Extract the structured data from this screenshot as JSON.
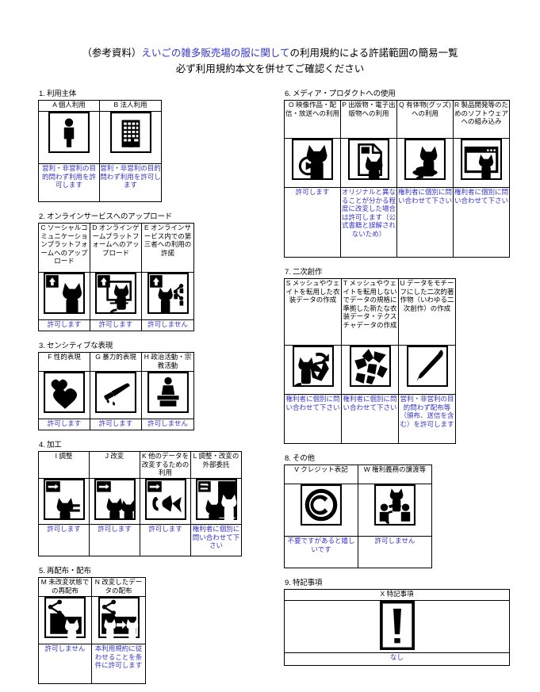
{
  "title": {
    "prefix": "（参考資料）",
    "accent": "えいごの雑多販売場の服に関して",
    "suffix": "の利用規約による許諾範囲の簡易一覧",
    "line2": "必ず利用規約本文を併せてご確認ください"
  },
  "colors": {
    "note_text": "#3333cc",
    "title_accent": "#3333cc",
    "border": "#000000",
    "background": "#ffffff"
  },
  "sections": [
    {
      "id": "s1",
      "column": "left",
      "title": "1. 利用主体",
      "items": [
        {
          "label": "A 個人利用",
          "icon": "person-icon",
          "note": "営利・非営利の目的問わず利用を許可します"
        },
        {
          "label": "B 法人利用",
          "icon": "building-icon",
          "note": "営利・非営利の目的問わず利用を許可します"
        }
      ]
    },
    {
      "id": "s2",
      "column": "left",
      "title": "2. オンラインサービスへのアップロード",
      "items": [
        {
          "label": "C ソーシャルコミュニケーションプラットフォームへのアップロード",
          "icon": "upload-cat-icon",
          "note": "許可します"
        },
        {
          "label": "D オンラインゲームプラットフォームへのアップロード",
          "icon": "upload-cat-monitor-icon",
          "note": "許可します"
        },
        {
          "label": "E オンラインサービス内での第三者への利用の許諾",
          "icon": "upload-cat-share-icon",
          "note": "許可しません"
        }
      ]
    },
    {
      "id": "s3",
      "column": "left",
      "title": "3. センシティブな表現",
      "items": [
        {
          "label": "F 性的表現",
          "icon": "hearts-icon",
          "note": "許可します"
        },
        {
          "label": "G 暴力的表現",
          "icon": "knife-icon",
          "note": "許可します"
        },
        {
          "label": "H 政治活動・宗教活動",
          "icon": "podium-speaker-icon",
          "note": "許可しません"
        }
      ]
    },
    {
      "id": "s4",
      "column": "left",
      "title": "4. 加工",
      "items": [
        {
          "label": "I 調整",
          "icon": "cat-equals-icon",
          "note": "許可します"
        },
        {
          "label": "J 改変",
          "icon": "cat-to-cat-icon",
          "note": "許可します"
        },
        {
          "label": "K 他のデータを改変するための利用",
          "icon": "cat-to-ribbon-icon",
          "note": "許可します"
        },
        {
          "label": "L 調整・改変の外部委託",
          "icon": "cat-outsource-icon",
          "note": "権利者に個別に問い合わせて下さい"
        }
      ]
    },
    {
      "id": "s5",
      "column": "left",
      "title": "5. 再配布・配布",
      "items": [
        {
          "label": "M 未改変状態での再配布",
          "icon": "share-folder-cat-icon",
          "note": "許可しません"
        },
        {
          "label": "N 改変したデータの配布",
          "icon": "share-folder-cat-modified-icon",
          "note": "本利用規約に従わせることを条件に許可します"
        }
      ]
    },
    {
      "id": "s6",
      "column": "right",
      "title": "6. メディア・プロダクトへの使用",
      "items": [
        {
          "label": "O 映像作品・配信・放送への利用",
          "icon": "cat-play-button-icon",
          "note": "許可します"
        },
        {
          "label": "P 出版物・電子出版物への利用",
          "icon": "cat-document-icon",
          "note": "オリジナルと異なることが分かる程度に改変した場合は許可します（公式書籍と誤解されないため）"
        },
        {
          "label": "Q 有体物(グッズ)への利用",
          "icon": "cat-figure-icon",
          "note": "権利者に個別に問い合わせて下さい"
        },
        {
          "label": "R 製品開発等のためのソフトウェアへの組み込み",
          "icon": "cat-software-window-icon",
          "note": "権利者に個別に問い合わせて下さい"
        }
      ]
    },
    {
      "id": "s7",
      "column": "right",
      "title": "7. 二次創作",
      "items": [
        {
          "label": "S メッシュやウェイトを転用した衣装データの作成",
          "icon": "cat-mesh-reuse-icon",
          "note": "権利者に個別に問い合わせて下さい"
        },
        {
          "label": "T メッシュやウェイトを転用しないでデータの規格に準拠した新たな衣装データ・テクスチャデータの作成",
          "icon": "mesh-shatter-icon",
          "note": "権利者に個別に問い合わせて下さい"
        },
        {
          "label": "U データをモチーフにした二次的著作物（いわゆる二次創作）の作成",
          "icon": "brush-pen-icon",
          "note": "営利・非営利の目的問わず配布等（頒布、送信を含む）を許可します"
        }
      ]
    },
    {
      "id": "s8",
      "column": "right",
      "title": "8. その他",
      "items": [
        {
          "label": "V クレジット表記",
          "icon": "copyright-icon",
          "note": "不要ですがあると嬉しいです"
        },
        {
          "label": "W 権利義務の譲渡等",
          "icon": "transfer-people-icon",
          "note": "許可しません"
        }
      ]
    },
    {
      "id": "s9",
      "column": "right",
      "title": "9. 特記事項",
      "items": [
        {
          "label": "X 特記事項",
          "icon": "exclamation-icon",
          "note": "なし"
        }
      ]
    }
  ]
}
